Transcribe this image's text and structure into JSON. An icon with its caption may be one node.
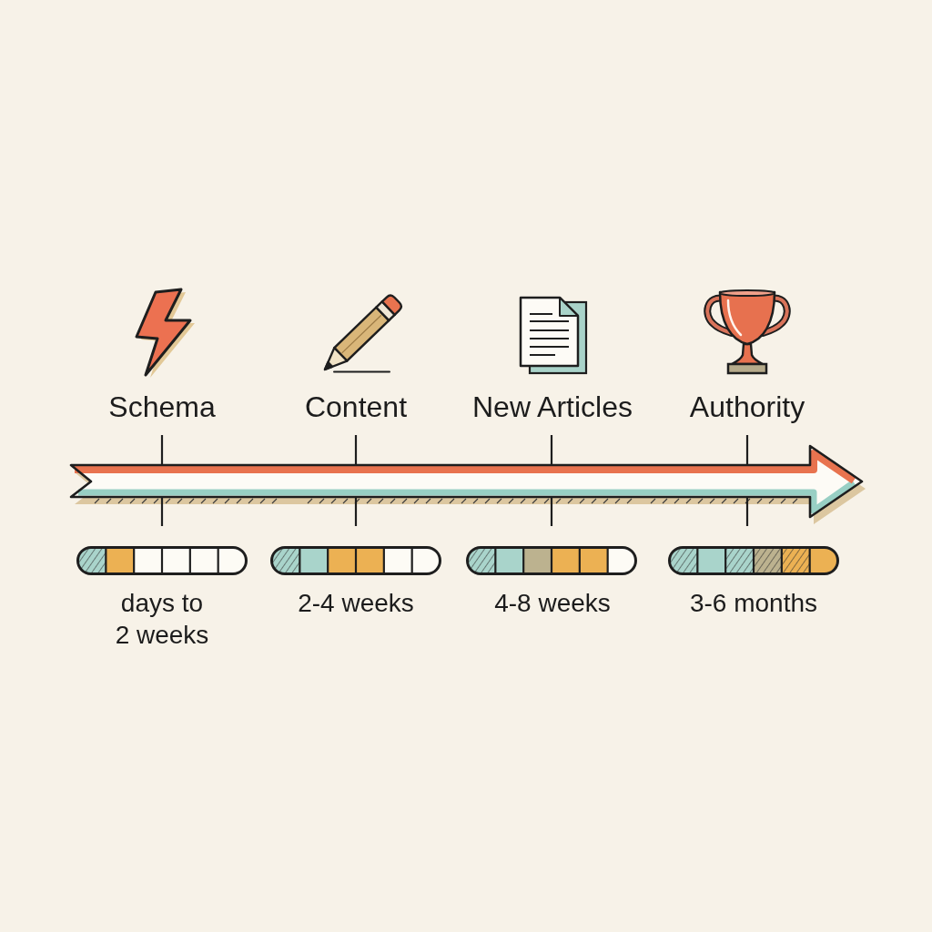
{
  "diagram": {
    "labels": [
      "Schema",
      "Content",
      "New Articles",
      "Authority",
      "days to 2 weeks",
      "2-4 weeks",
      "4-8 weeks",
      "3-6 months"
    ]
  }
}
